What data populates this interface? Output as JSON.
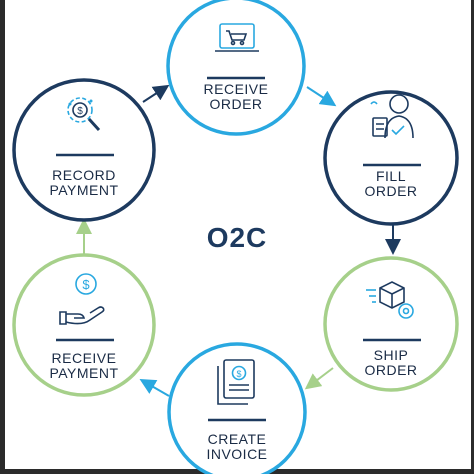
{
  "center": {
    "title": "O2C"
  },
  "steps": [
    {
      "label": "RECEIVE\nORDER",
      "icon": "laptop-cart-icon"
    },
    {
      "label": "FILL\nORDER",
      "icon": "worker-checklist-icon"
    },
    {
      "label": "SHIP\nORDER",
      "icon": "box-gear-icon"
    },
    {
      "label": "CREATE\nINVOICE",
      "icon": "invoice-document-icon"
    },
    {
      "label": "RECEIVE\nPAYMENT",
      "icon": "hand-coin-icon"
    },
    {
      "label": "RECORD\nPAYMENT",
      "icon": "magnifier-gear-coin-icon"
    }
  ],
  "colors": {
    "blue": "#29a8e0",
    "navy": "#1d3a5f",
    "green": "#a6d08a",
    "text": "#1a2b45"
  }
}
